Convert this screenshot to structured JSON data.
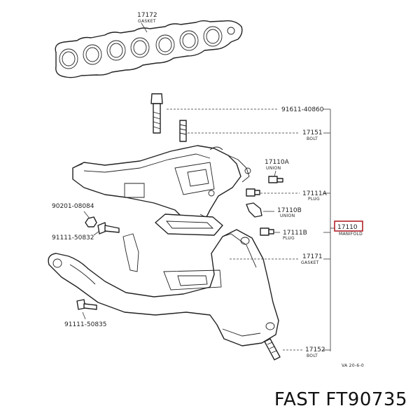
{
  "labels": {
    "gasket_top": {
      "num": "17172",
      "name": "GASKET"
    },
    "bolt_91611": {
      "num": "91611-40860",
      "name": ""
    },
    "bolt_17151": {
      "num": "17151",
      "name": "BOLT"
    },
    "union_a": {
      "num": "17110A",
      "name": "UNION"
    },
    "plug_a": {
      "num": "17111A",
      "name": "PLUG"
    },
    "union_b": {
      "num": "17110B",
      "name": "UNION"
    },
    "plug_b": {
      "num": "17111B",
      "name": "PLUG"
    },
    "nut_90201": {
      "num": "90201-08084",
      "name": ""
    },
    "bolt_91111_a": {
      "num": "91111-50832",
      "name": ""
    },
    "gasket_17171": {
      "num": "17171",
      "name": "GASKET"
    },
    "bolt_91111_b": {
      "num": "91111-50835",
      "name": ""
    },
    "bolt_17152": {
      "num": "17152",
      "name": "BOLT"
    },
    "main_part": {
      "num": "17110",
      "name": "MANIFOLD"
    }
  },
  "diagram_code": "VA 20-6-0",
  "brand_line": "FAST FT90735",
  "colors": {
    "highlight": "#b0222a",
    "ink": "#222222"
  }
}
